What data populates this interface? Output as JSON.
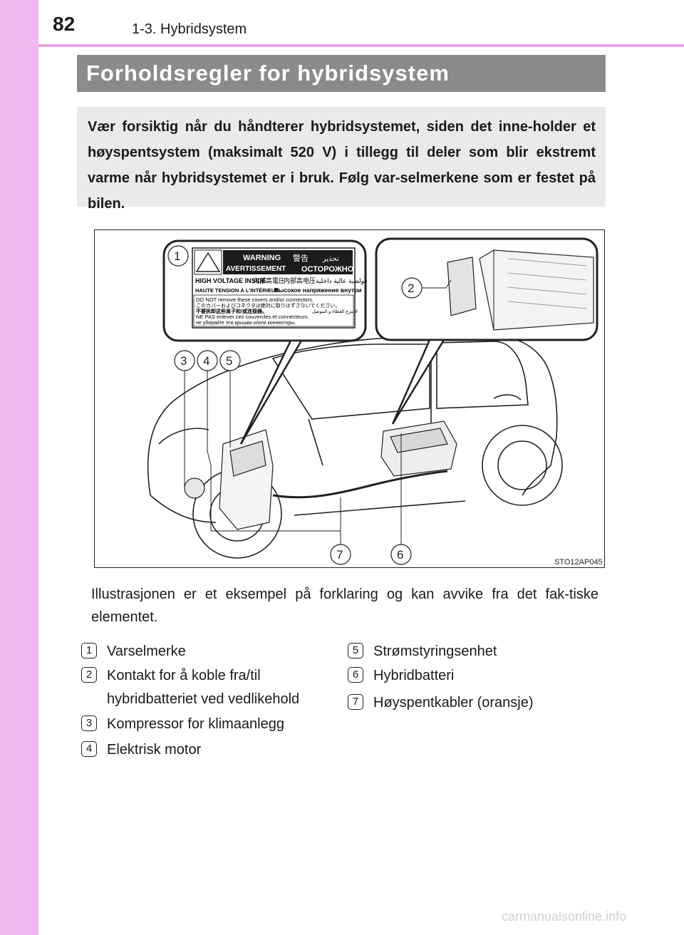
{
  "header": {
    "page_number": "82",
    "section": "1-3. Hybridsystem"
  },
  "heading": "Forholdsregler for hybridsystem",
  "intro": "Vær forsiktig når du håndterer hybridsystemet, siden det inne-holder et høyspentsystem (maksimalt 520 V) i tillegg til deler som blir ekstremt varme når hybridsystemet er i bruk. Følg var-selmerkene som er festet på bilen.",
  "figure": {
    "code": "STO12AP045",
    "callouts": [
      "1",
      "2",
      "3",
      "4",
      "5",
      "6",
      "7"
    ],
    "label": {
      "warning": "WARNING",
      "avert": "AVERTISSEMENT",
      "jp_warn": "警告",
      "ru_warn": "ОСТОРОЖНО",
      "ar_warn": "تحذير",
      "hv_inside": "HIGH VOLTAGE INSIDE",
      "jp_hv": "内部高電圧",
      "cn_hv": "内部高电压",
      "ar_hv": "فولطية عالية داخلية",
      "fr_hv": "HAUTE TENSION À L'INTÉRIEUR",
      "ru_hv": "Высокое напряжение внутри",
      "en_line": "DO NOT remove these covers and/or connectors.",
      "jp_line": "このカバーおよびコネクタは絶対に取りはずさないでください。",
      "cn_line": "不要拆卸这些盖子和/或连接器。",
      "ar_line": "لا تنزع الغطاء و الموصل",
      "fr_line": "NE PAS enlever ces couvercles et connecteurs.",
      "ru_line": "не убирайте эти крышки и/или коннекторы."
    }
  },
  "caption": "Illustrasjonen er et eksempel på forklaring og kan avvike fra det fak-tiske elementet.",
  "legend": {
    "left": [
      {
        "num": "1",
        "label": "Varselmerke"
      },
      {
        "num": "2",
        "label": "Kontakt for å koble fra/til hybridbatteriet ved vedlikehold"
      },
      {
        "num": "3",
        "label": "Kompressor for klimaanlegg"
      },
      {
        "num": "4",
        "label": "Elektrisk motor"
      }
    ],
    "right": [
      {
        "num": "5",
        "label": "Strømstyringsenhet"
      },
      {
        "num": "6",
        "label": "Hybridbatteri"
      },
      {
        "num": "7",
        "label": "Høyspentkabler (oransje)"
      }
    ]
  },
  "footer": {
    "watermark": "carmanualsonline.info"
  },
  "colors": {
    "accent_pink": "#f2b8f0",
    "heading_gray": "#8b8b8b",
    "box_gray": "#eaeaea"
  }
}
